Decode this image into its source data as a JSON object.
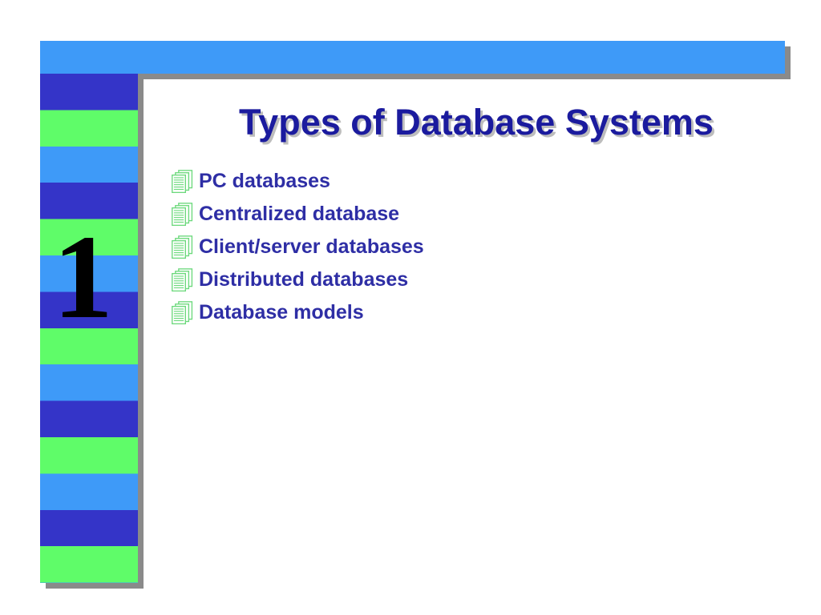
{
  "slide": {
    "title": "Types of Database Systems",
    "page_number": "1",
    "bullets": [
      "PC databases",
      "Centralized database",
      "Client/server databases",
      "Distributed databases",
      "Database models"
    ]
  },
  "icons": {
    "bullet": "documents-stack-icon"
  },
  "theme": {
    "background": "#FFFFFF",
    "accent_light_blue": "#3E9AF8",
    "accent_dark_blue": "#3434C8",
    "accent_green": "#5FFC69",
    "shadow_gray": "#8A8A8A",
    "title_color": "#1B1B9E",
    "title_shadow": "#BDBDBD",
    "bullet_text_color": "#2E2EA5",
    "bullet_icon_green": "#6CD97C",
    "number_color": "#000000"
  }
}
